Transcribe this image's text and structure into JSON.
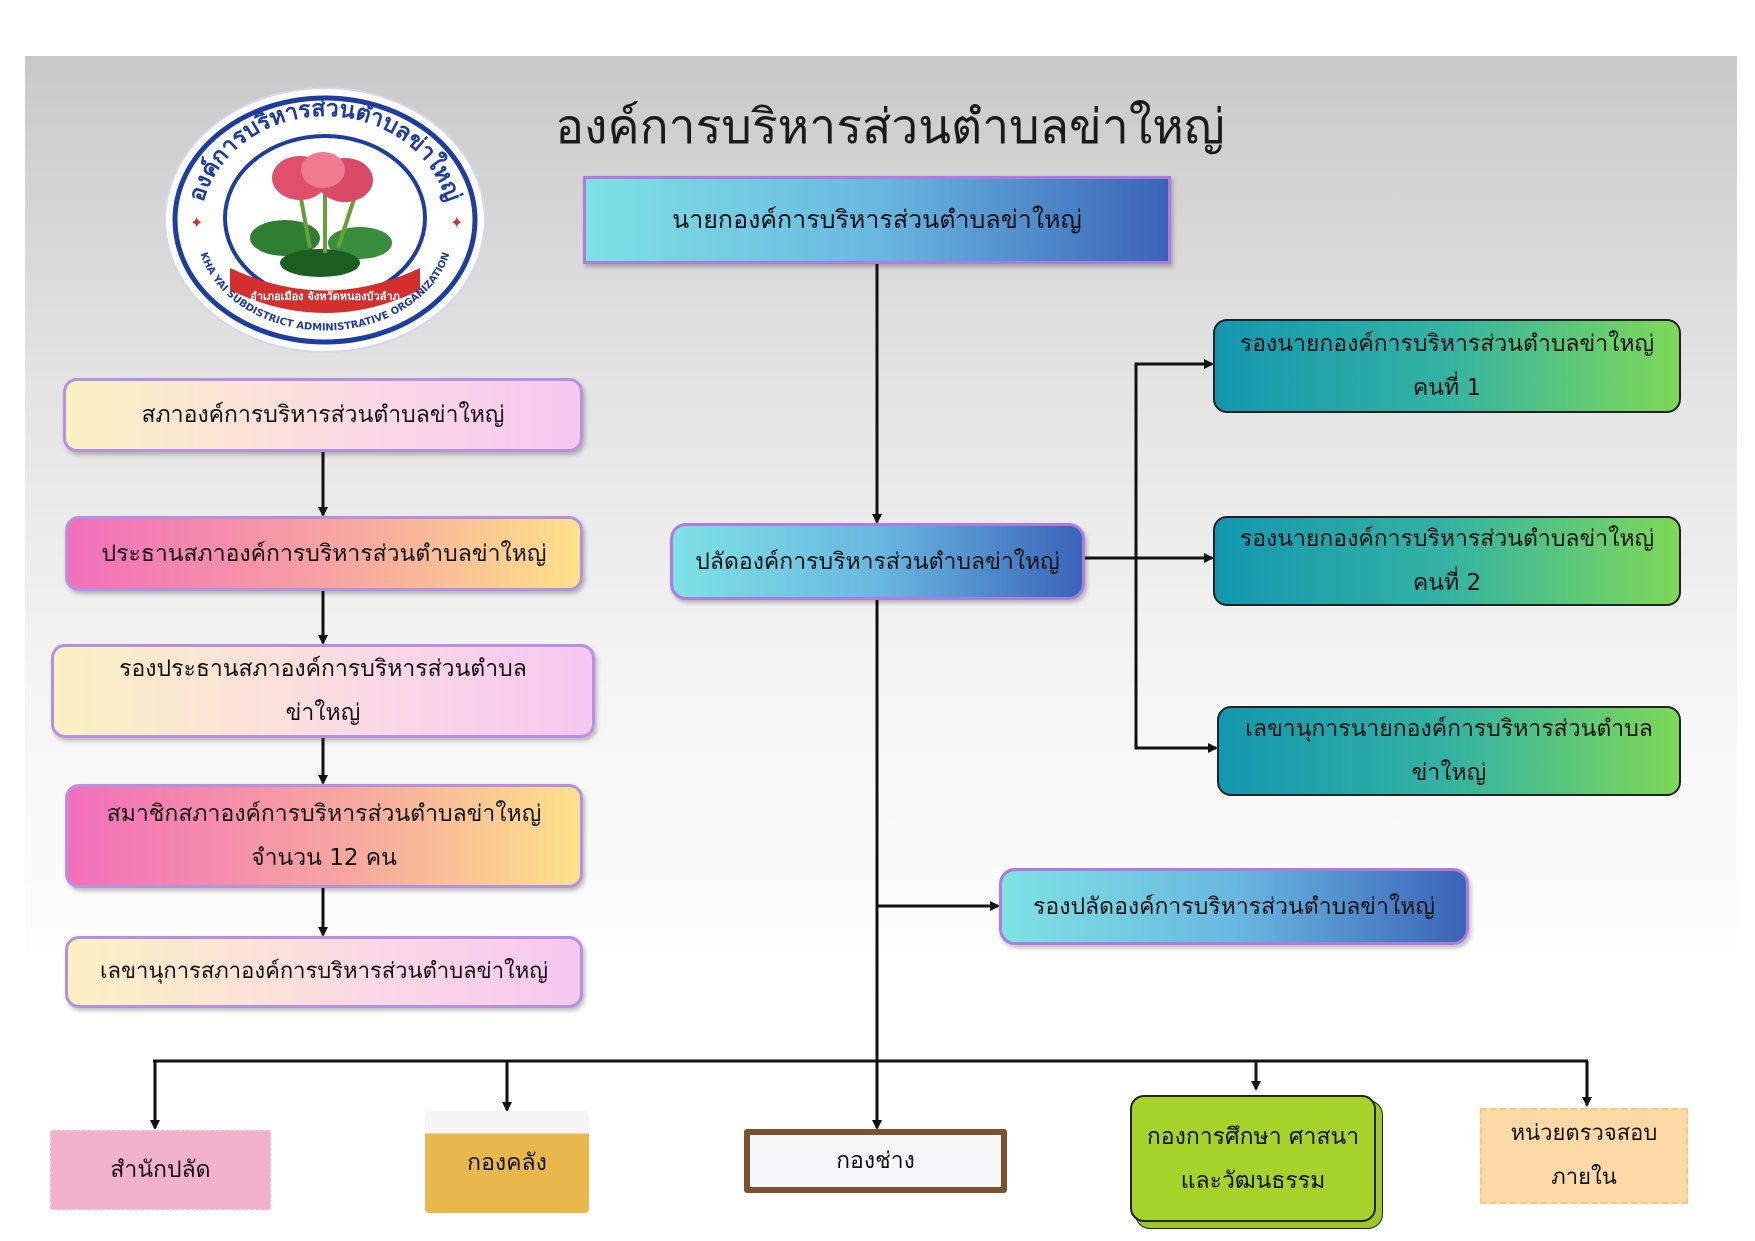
{
  "title": "องค์การบริหารส่วนตำบลข่าใหญ่",
  "logo": {
    "ring_top_text": "องค์การบริหารส่วนตำบลข่าใหญ่",
    "ribbon_text": "อำเภอเมือง จังหวัดหนองบัวลำภู",
    "ring_bottom_text": "KHA YAI SUBDISTRICT ADMINISTRATIVE ORGANIZATION"
  },
  "nodes": {
    "mayor": "นายกองค์การบริหารส่วนตำบลข่าใหญ่",
    "council": "สภาองค์การบริหารส่วนตำบลข่าใหญ่",
    "council_president": "ประธานสภาองค์การบริหารส่วนตำบลข่าใหญ่",
    "council_vice_president": {
      "line1": "รองประธานสภาองค์การบริหารส่วนตำบล",
      "line2": "ข่าใหญ่"
    },
    "council_members": {
      "line1": "สมาชิกสภาองค์การบริหารส่วนตำบลข่าใหญ่",
      "line2": "จำนวน 12 คน"
    },
    "council_secretary": "เลขานุการสภาองค์การบริหารส่วนตำบลข่าใหญ่",
    "chief_administrator": "ปลัดองค์การบริหารส่วนตำบลข่าใหญ่",
    "deputy_mayor_1": {
      "line1": "รองนายกองค์การบริหารส่วนตำบลข่าใหญ่",
      "line2": "คนที่ 1"
    },
    "deputy_mayor_2": {
      "line1": "รองนายกองค์การบริหารส่วนตำบลข่าใหญ่",
      "line2": "คนที่ 2"
    },
    "mayor_secretary": {
      "line1": "เลขานุการนายกองค์การบริหารส่วนตำบล",
      "line2": "ข่าใหญ่"
    },
    "deputy_chief": "รองปลัดองค์การบริหารส่วนตำบลข่าใหญ่",
    "office_chief": "สำนักปลัด",
    "finance_division": "กองคลัง",
    "engineering_division": "กองช่าง",
    "education_division": {
      "line1": "กองการศึกษา ศาสนา",
      "line2": "และวัฒนธรรม"
    },
    "internal_audit": {
      "line1": "หน่วยตรวจสอบ",
      "line2": "ภายใน"
    }
  }
}
